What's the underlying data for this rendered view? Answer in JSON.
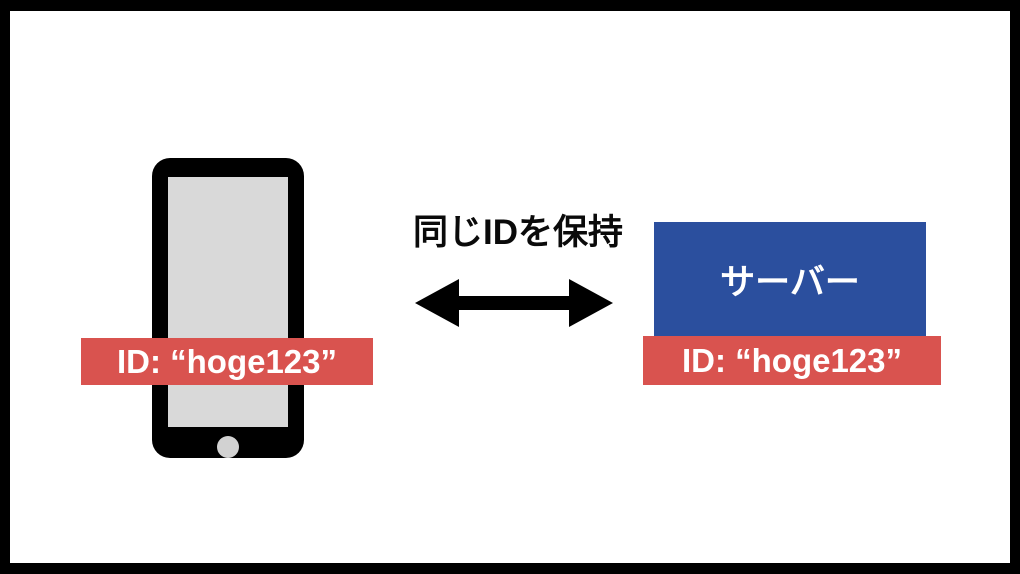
{
  "diagram": {
    "title": "同じIDを保持",
    "background_color": "#ffffff",
    "frame_color": "#000000",
    "client": {
      "device_icon": "smartphone-icon",
      "body_color": "#000000",
      "screen_color": "#d9d9d9",
      "home_button_color": "#d2d2d2",
      "badge": {
        "label": "ID: “hoge123”",
        "color": "#d9534f",
        "text_color": "#ffffff"
      }
    },
    "connector": {
      "label": "同じIDを保持",
      "label_color": "#0a0a0a",
      "arrow_icon": "double-headed-arrow-icon",
      "arrow_color": "#000000",
      "direction": "bidirectional"
    },
    "server": {
      "label": "サーバー",
      "box_color": "#2b4f9e",
      "text_color": "#ffffff",
      "badge": {
        "label": "ID: “hoge123”",
        "color": "#d9534f",
        "text_color": "#ffffff"
      }
    }
  }
}
